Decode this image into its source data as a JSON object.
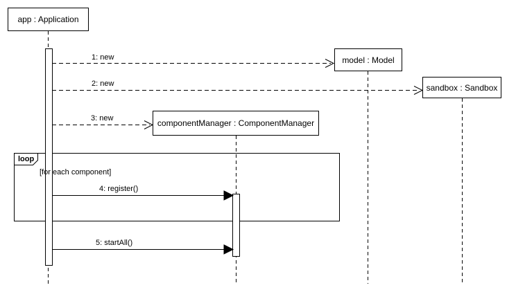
{
  "diagram": {
    "type": "uml-sequence-diagram",
    "objects": [
      {
        "id": "app",
        "label": "app : Application"
      },
      {
        "id": "model",
        "label": "model : Model"
      },
      {
        "id": "sandbox",
        "label": "sandbox : Sandbox"
      },
      {
        "id": "componentManager",
        "label": "componentManager : ComponentManager"
      }
    ],
    "messages": [
      {
        "seq": "1",
        "label": "1: new",
        "from": "app",
        "to": "model",
        "line": "dashed",
        "arrowhead": "open"
      },
      {
        "seq": "2",
        "label": "2: new",
        "from": "app",
        "to": "sandbox",
        "line": "dashed",
        "arrowhead": "open"
      },
      {
        "seq": "3",
        "label": "3: new",
        "from": "app",
        "to": "componentManager",
        "line": "dashed",
        "arrowhead": "open"
      },
      {
        "seq": "4",
        "label": "4: register()",
        "from": "app",
        "to": "componentManager",
        "line": "solid",
        "arrowhead": "filled"
      },
      {
        "seq": "5",
        "label": "5: startAll()",
        "from": "app",
        "to": "componentManager",
        "line": "solid",
        "arrowhead": "filled"
      }
    ],
    "loop": {
      "operator": "loop",
      "guard": "[for each component]"
    },
    "colors": {
      "line": "#000000",
      "background": "#ffffff",
      "activation_fill": "#ffffff"
    }
  }
}
